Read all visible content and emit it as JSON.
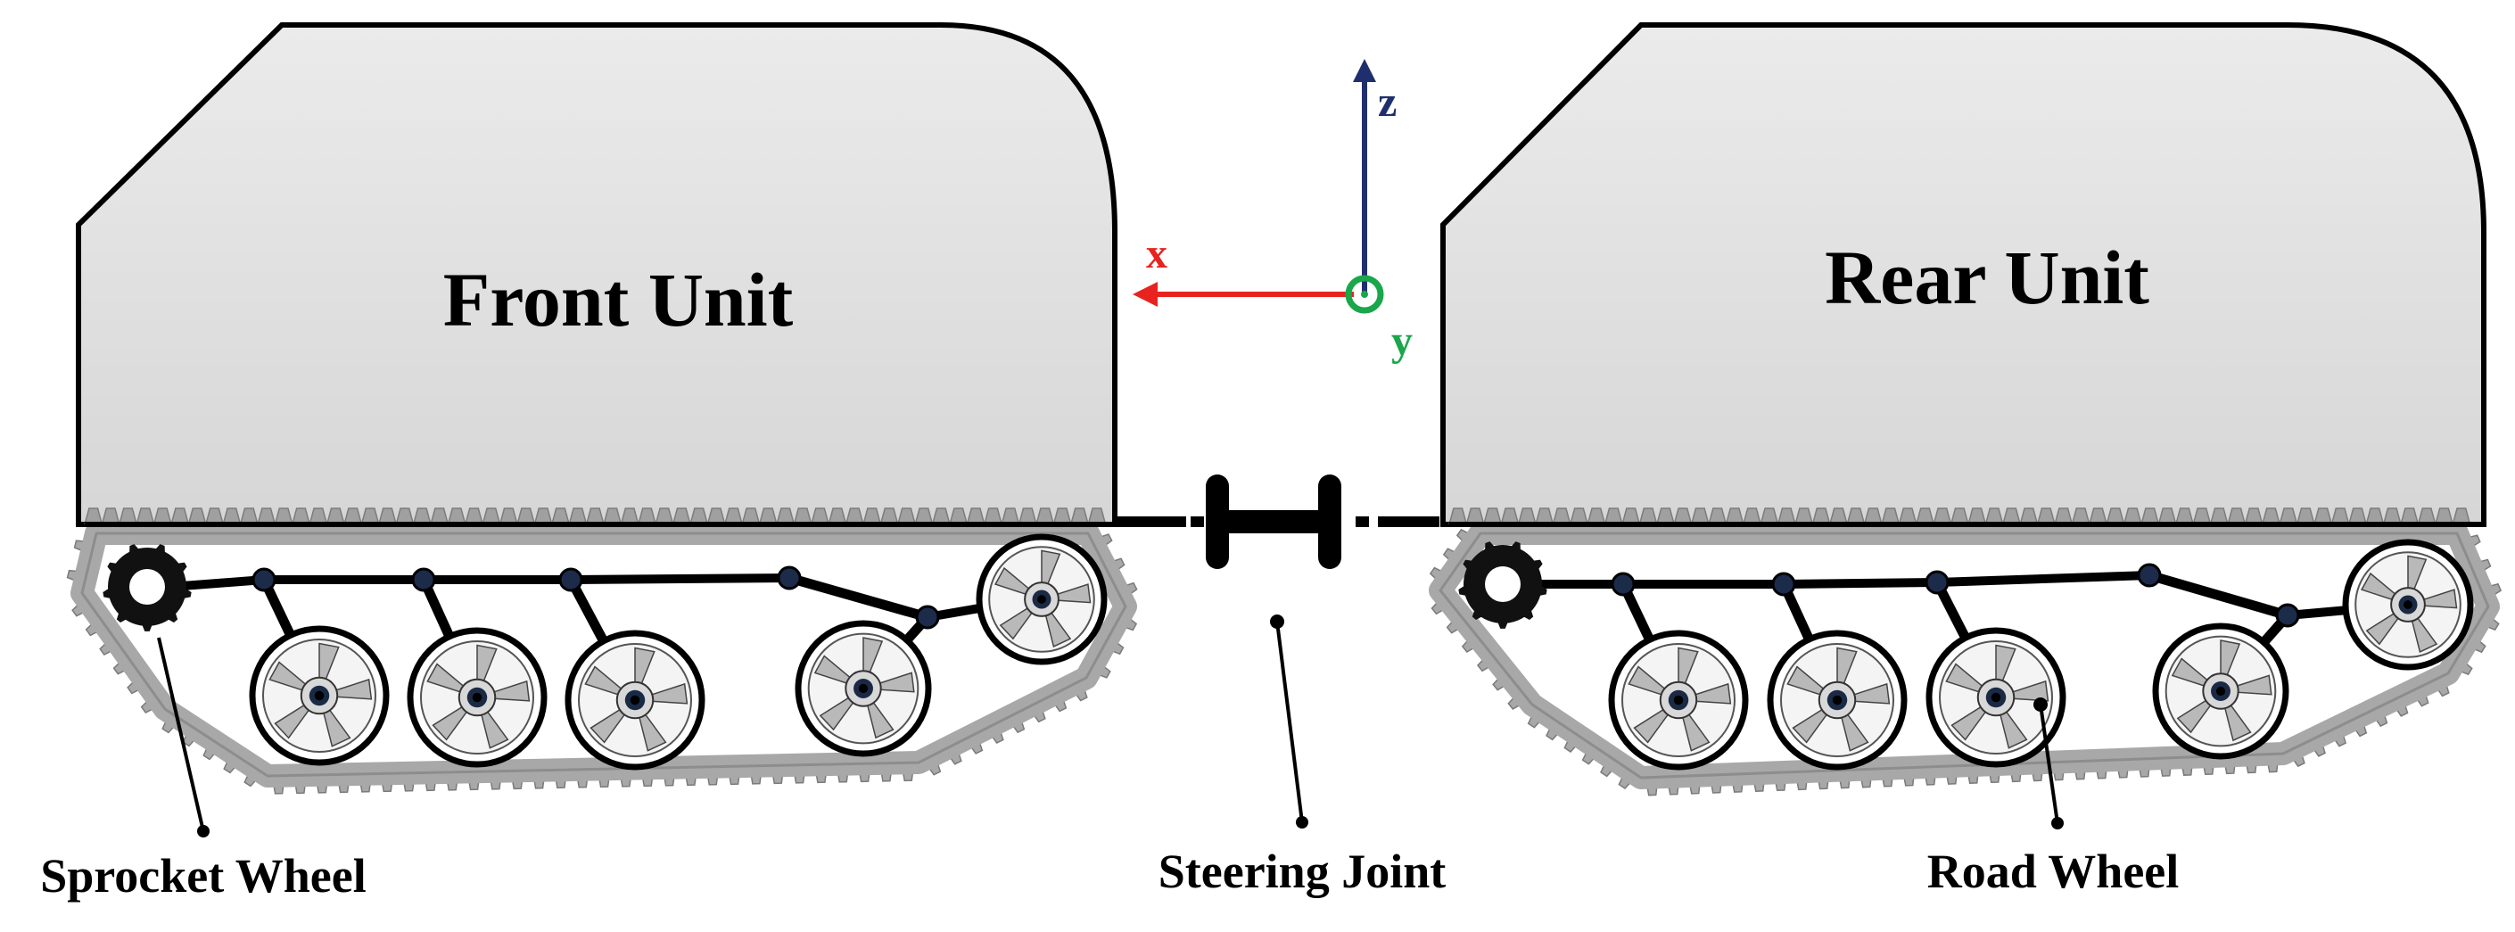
{
  "labels": {
    "front_unit": "Front Unit",
    "rear_unit": "Rear Unit",
    "sprocket_wheel": "Sprocket Wheel",
    "steering_joint": "Steering Joint",
    "road_wheel": "Road Wheel"
  },
  "axes": {
    "x": "x",
    "y": "y",
    "z": "z"
  },
  "colors": {
    "body_fill": "#e4e4e4",
    "outline": "#000000",
    "track": "#a8a8a8",
    "x_axis": "#e8231f",
    "y_axis": "#1aa64a",
    "z_axis": "#1f2f6e",
    "joint_node": "#1c2b4a"
  },
  "icons": [
    "sprocket-icon",
    "road-wheel-icon",
    "steering-joint-icon",
    "coordinate-axes-icon"
  ]
}
